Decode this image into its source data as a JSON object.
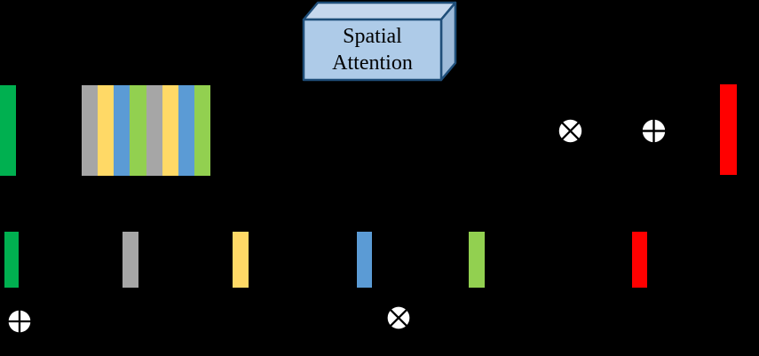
{
  "diagram": {
    "background": "#000000",
    "spatial_attention_box": {
      "label_line1": "Spatial",
      "label_line2": "Attention",
      "front_fill": "#AECBE8",
      "top_fill": "#C5D7ED",
      "side_fill": "#9DBAD9",
      "border_color": "#1F4E79",
      "text_color": "#000000"
    },
    "operators": {
      "circle_fill": "#FFFFFF",
      "glyph_color": "#000000",
      "top_multiply_glyph": "circle-times",
      "top_add_glyph": "circle-plus",
      "bottom_add_glyph": "circle-plus",
      "bottom_multiply_glyph": "circle-times"
    },
    "top_row": {
      "input_bar_color": "#00B050",
      "feature_block": {
        "stripe_colors": [
          "#A6A6A6",
          "#FFD966",
          "#5B9BD5",
          "#92D050",
          "#A6A6A6",
          "#FFD966",
          "#5B9BD5",
          "#92D050"
        ]
      },
      "output_bar_color": "#FF0000"
    },
    "bottom_row": {
      "bar_colors": {
        "green": "#00B050",
        "gray": "#A6A6A6",
        "yellow": "#FFD966",
        "blue": "#5B9BD5",
        "light_green": "#92D050",
        "red": "#FF0000"
      }
    }
  }
}
